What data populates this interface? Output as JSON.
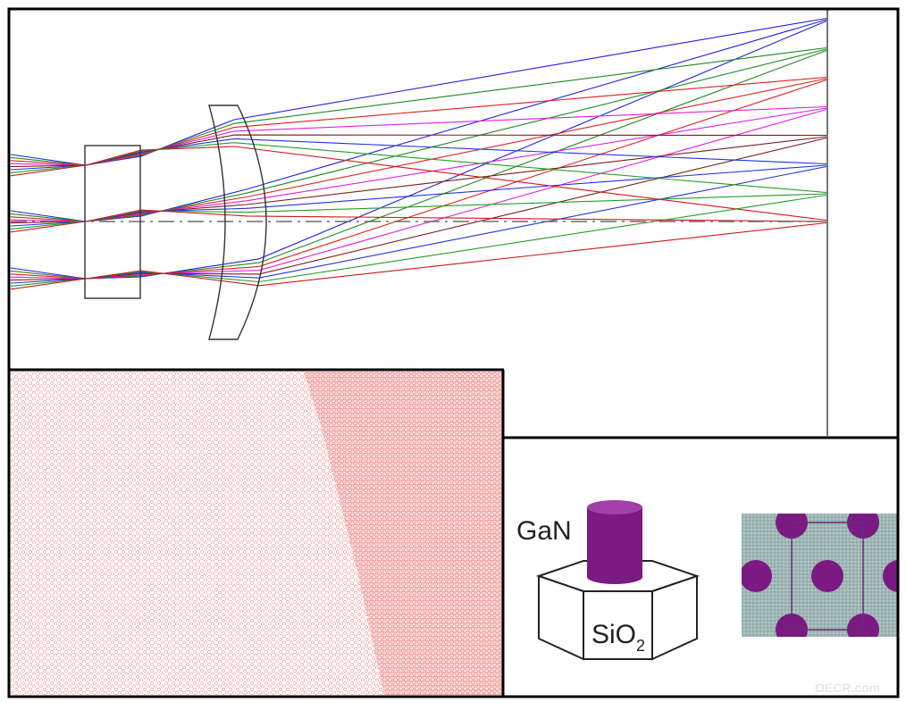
{
  "diagram": {
    "ray_colors": [
      "#2222dd",
      "#1f8a1f",
      "#dd2222",
      "#e020e0",
      "#7a1f1f",
      "#2233dd",
      "#22a022",
      "#cc1a1a"
    ],
    "colors": {
      "border": "#000000",
      "lens_outline": "#333333",
      "optical_axis": "#6b6b6b",
      "metasurface_pattern": "#f2a0a0",
      "pillar_purple": "#7a1a82",
      "pillar_top": "#a040a8",
      "substrate_teal": "#9fb8b6"
    },
    "labels": {
      "pillar_material": "GaN",
      "substrate_material_base": "SiO",
      "substrate_material_subscript": "2"
    },
    "watermark": "OECR.com"
  }
}
